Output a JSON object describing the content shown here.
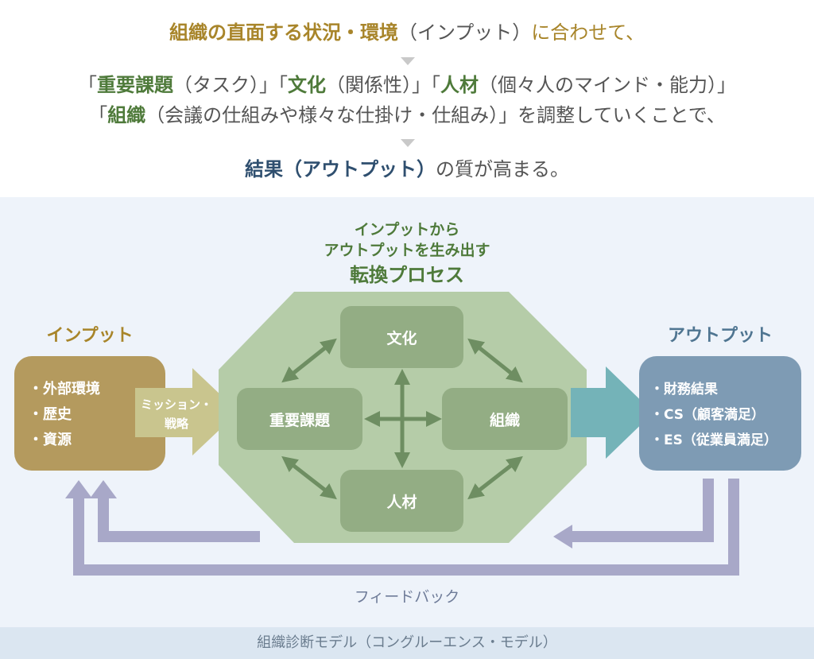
{
  "header": {
    "line1": {
      "bold": "組織の直面する状況・環境",
      "paren": "（インプット）",
      "rest": "に合わせて、"
    },
    "line2": {
      "q1_open": "「",
      "task_bold": "重要課題",
      "task_paren": "（タスク）",
      "q1_close": "」「",
      "culture_bold": "文化",
      "culture_paren": "（関係性）",
      "q2_close": "」「",
      "people_bold": "人材",
      "people_paren": "（個々人のマインド・能力）",
      "q3_close": "」"
    },
    "line3": {
      "q_open": "「",
      "org_bold": "組織",
      "org_paren": "（会議の仕組みや様々な仕掛け・仕組み）",
      "rest": "」を調整していくことで、"
    },
    "line4": {
      "bold": "結果（アウトプット）",
      "rest": "の質が高まる。"
    }
  },
  "diagram": {
    "process_title_line1": "インプットから",
    "process_title_line2": "アウトプットを生み出す",
    "process_title_line3": "転換プロセス",
    "input_title": "インプット",
    "input_items": [
      "外部環境",
      "歴史",
      "資源"
    ],
    "mission_line1": "ミッション・",
    "mission_line2": "戦略",
    "output_title": "アウトプット",
    "output_items": [
      "財務結果",
      "CS（顧客満足）",
      "ES（従業員満足）"
    ],
    "culture": "文化",
    "task": "重要課題",
    "organization": "組織",
    "people": "人材",
    "feedback": "フィードバック"
  },
  "footer": {
    "caption": "組織診断モデル（コングルーエンス・モデル）"
  },
  "colors": {
    "gold": "#a8852a",
    "green_text": "#4e7a3a",
    "navy_text": "#2f4f6f",
    "input_box": "#b49a5e",
    "mission_arrow": "#c9c58e",
    "octagon": "#b5cca8",
    "inner_box": "#93ad84",
    "inner_arrow": "#6e8e62",
    "teal_arrow": "#74b3b8",
    "output_box": "#7e9bb4",
    "feedback": "#a8a8c8",
    "panel_bg": "#eef3fa",
    "footer_bg": "#dbe6f1"
  }
}
